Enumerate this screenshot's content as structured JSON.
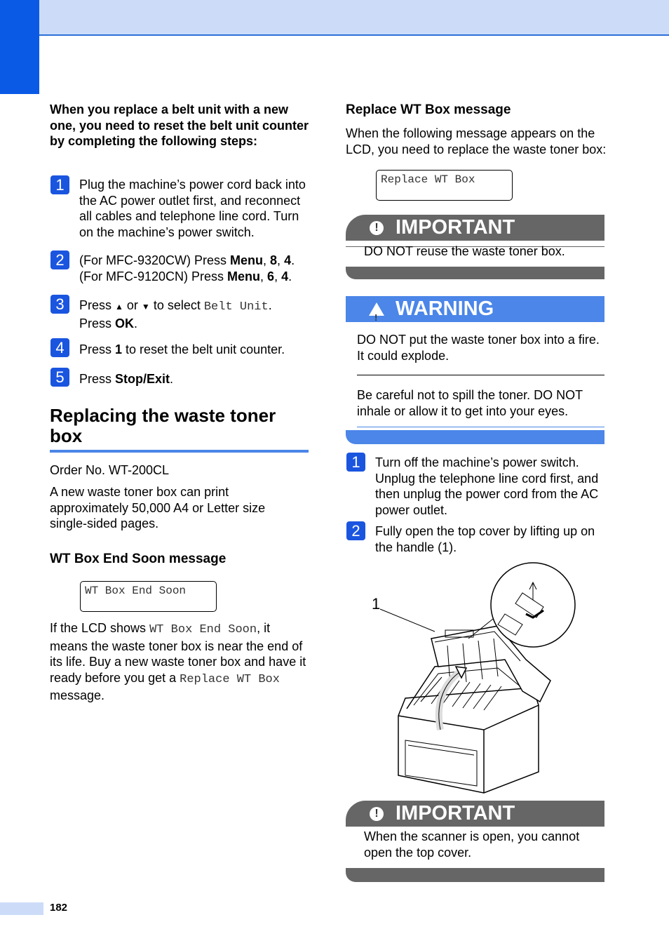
{
  "left": {
    "intro": "When you replace a belt unit with a new one, you need to reset the belt unit counter by completing the following steps:",
    "steps": [
      {
        "num": "1",
        "text": "Plug the machine’s power cord back into the AC power outlet first, and reconnect all cables and telephone line cord. Turn on the machine’s power switch."
      },
      {
        "num": "2",
        "line1_pre": "(For MFC-9320CW) Press ",
        "line1_b1": "Menu",
        "line1_s1": ", ",
        "line1_b2": "8",
        "line1_s2": ", ",
        "line1_b3": "4",
        "line1_end": ".",
        "line2_pre": "(For MFC-9120CN) Press ",
        "line2_b1": "Menu",
        "line2_s1": ", ",
        "line2_b2": "6",
        "line2_s2": ", ",
        "line2_b3": "4",
        "line2_end": "."
      },
      {
        "num": "3",
        "pre": "Press ",
        "up": "▲",
        "mid": " or ",
        "down": "▼",
        "post": " to select ",
        "code": "Belt Unit",
        "end": ".",
        "line2_pre": "Press ",
        "line2_b": "OK",
        "line2_end": "."
      },
      {
        "num": "4",
        "pre": "Press ",
        "b": "1",
        "post": " to reset the belt unit counter."
      },
      {
        "num": "5",
        "pre": "Press ",
        "b": "Stop/Exit",
        "post": "."
      }
    ],
    "section_title": "Replacing the waste toner box",
    "order_no": "Order No. WT-200CL",
    "capacity": "A new waste toner box can print approximately 50,000 A4 or Letter size single-sided pages.",
    "sub_title": "WT Box End Soon message",
    "lcd_text": "WT Box End Soon",
    "para_pre": "If the LCD shows ",
    "para_code1": "WT Box End Soon",
    "para_mid": ", it means the waste toner box is near the end of its life. Buy a new waste toner box and have it ready before you get a ",
    "para_code2": "Replace WT Box",
    "para_end": " message."
  },
  "right": {
    "sub_title": "Replace WT Box message",
    "intro": "When the following message appears on the LCD, you need to replace the waste toner box:",
    "lcd_text": "Replace WT Box",
    "important1_title": "IMPORTANT",
    "important1_text": "DO NOT reuse the waste toner box.",
    "warning_title": "WARNING",
    "warning_text1": "DO NOT put the waste toner box into a fire. It could explode.",
    "warning_text2": "Be careful not to spill the toner. DO NOT inhale or allow it to get into your eyes.",
    "steps": [
      {
        "num": "1",
        "text": "Turn off the machine’s power switch. Unplug the telephone line cord first, and then unplug the power cord from the AC power outlet."
      },
      {
        "num": "2",
        "text": "Fully open the top cover by lifting up on the handle (1)."
      }
    ],
    "callout": "1",
    "important2_title": "IMPORTANT",
    "important2_text": "When the scanner is open, you cannot open the top cover."
  },
  "page_number": "182",
  "colors": {
    "accent": "#0a5ae6",
    "band": "#ccdcf8",
    "important": "#666666",
    "warning": "#4b86e8"
  }
}
